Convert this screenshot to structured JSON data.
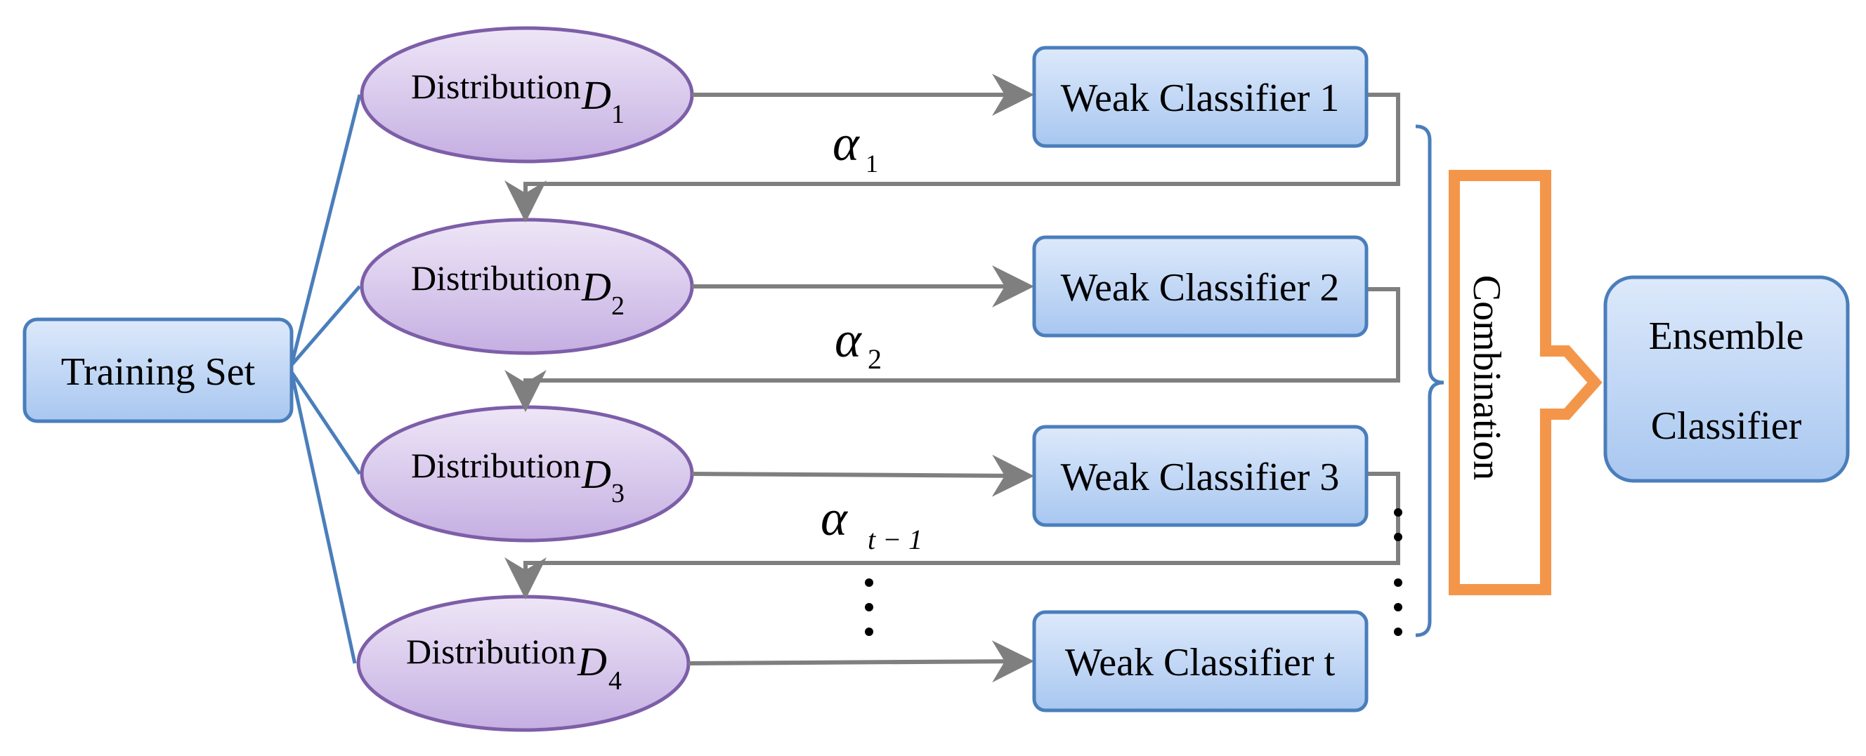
{
  "training_set": {
    "label": "Training Set"
  },
  "distributions": [
    {
      "label": "Distribution",
      "symbol": "D",
      "subscript": "1"
    },
    {
      "label": "Distribution",
      "symbol": "D",
      "subscript": "2"
    },
    {
      "label": "Distribution",
      "symbol": "D",
      "subscript": "3"
    },
    {
      "label": "Distribution",
      "symbol": "D",
      "subscript": "4"
    }
  ],
  "weak_classifiers": [
    {
      "label": "Weak Classifier 1"
    },
    {
      "label": "Weak Classifier 2"
    },
    {
      "label": "Weak Classifier 3"
    },
    {
      "label": "Weak Classifier t"
    }
  ],
  "alphas": [
    {
      "symbol": "α",
      "subscript": "1"
    },
    {
      "symbol": "α",
      "subscript": "2"
    },
    {
      "symbol": "α",
      "subscript": "t − 1"
    }
  ],
  "combination": {
    "label": "Combination"
  },
  "ensemble": {
    "line1": "Ensemble",
    "line2": "Classifier"
  },
  "colors": {
    "box_fill_top": "#dbe8fb",
    "box_fill_bottom": "#a9c8f0",
    "box_stroke": "#4a7ebb",
    "ellipse_fill_top": "#ece3f6",
    "ellipse_fill_bottom": "#c6b0e2",
    "ellipse_stroke": "#7d5ea8",
    "arrow": "#7f7f7f",
    "tree_line": "#4a7ebb",
    "combination": "#f4964a"
  }
}
